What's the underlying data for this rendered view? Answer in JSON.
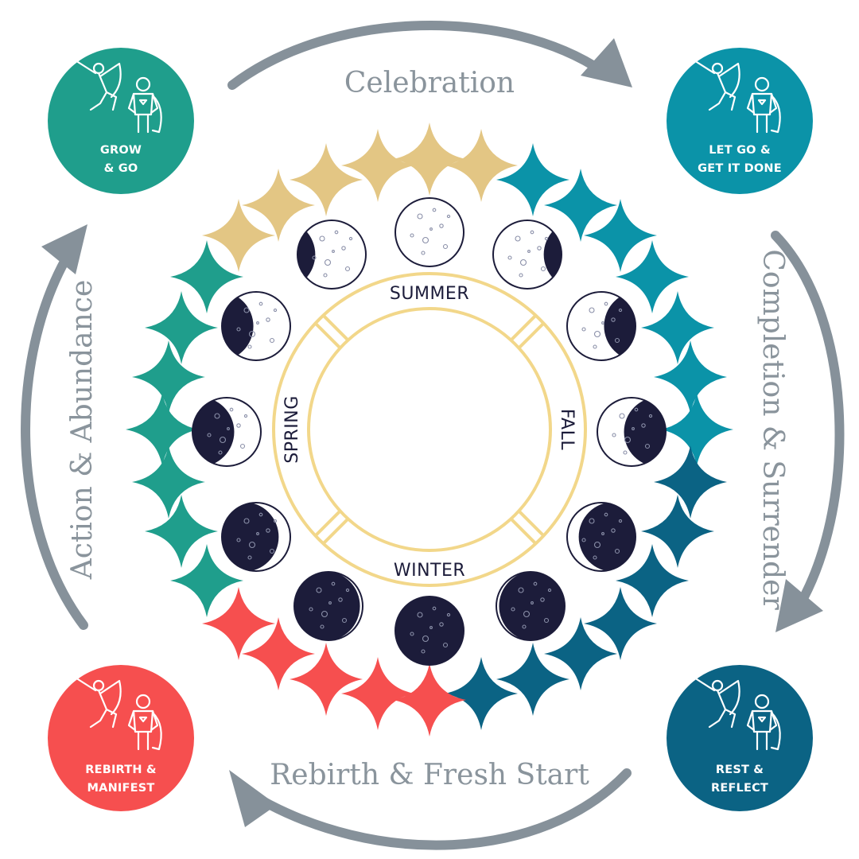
{
  "arc_labels": {
    "top": "Celebration",
    "right": "Completion & Surrender",
    "bottom": "Rebirth & Fresh Start",
    "left": "Action & Abundance"
  },
  "seasons": {
    "top": "SUMMER",
    "right": "FALL",
    "bottom": "WINTER",
    "left": "SPRING"
  },
  "badges": {
    "top_left": {
      "line1": "GROW",
      "line2": "& GO",
      "color": "#1f9e8c"
    },
    "top_right": {
      "line1": "LET GO &",
      "line2": "GET IT DONE",
      "color": "#0b93a8"
    },
    "bottom_right": {
      "line1": "REST &",
      "line2": "REFLECT",
      "color": "#0b6384"
    },
    "bottom_left": {
      "line1": "REBIRTH &",
      "line2": "MANIFEST",
      "color": "#f64f4f"
    }
  },
  "colors": {
    "gold": "#e3c684",
    "teal": "#1f9e8c",
    "cyan": "#0b93a8",
    "ocean": "#0b6384",
    "coral": "#f64f4f",
    "navy": "#1c1c3a",
    "arrow_gray": "#86919a",
    "ring_gold": "#f2d78a"
  },
  "icons": [
    "flying-hero-icon",
    "standing-hero-icon",
    "moon-phase-icon",
    "sparkle-star-icon",
    "curved-arrow-icon"
  ]
}
